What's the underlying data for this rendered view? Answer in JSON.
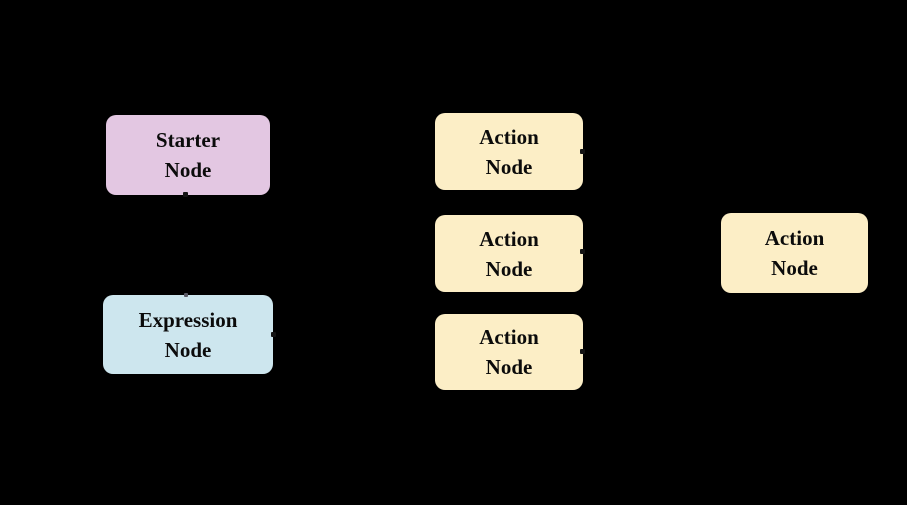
{
  "canvas": {
    "background_color": "#000000",
    "text_color": "#0b0b0b"
  },
  "colors": {
    "starter_fill": "#e3c7e2",
    "expression_fill": "#cde6ee",
    "action_fill": "#fceec6"
  },
  "nodes": {
    "starter": {
      "label": "Starter\nNode",
      "fill": "#e3c7e2"
    },
    "expression": {
      "label": "Expression\nNode",
      "fill": "#cde6ee"
    },
    "action1": {
      "label": "Action\nNode",
      "fill": "#fceec6"
    },
    "action2": {
      "label": "Action\nNode",
      "fill": "#fceec6"
    },
    "action3": {
      "label": "Action\nNode",
      "fill": "#fceec6"
    },
    "action_right": {
      "label": "Action\nNode",
      "fill": "#fceec6"
    }
  }
}
